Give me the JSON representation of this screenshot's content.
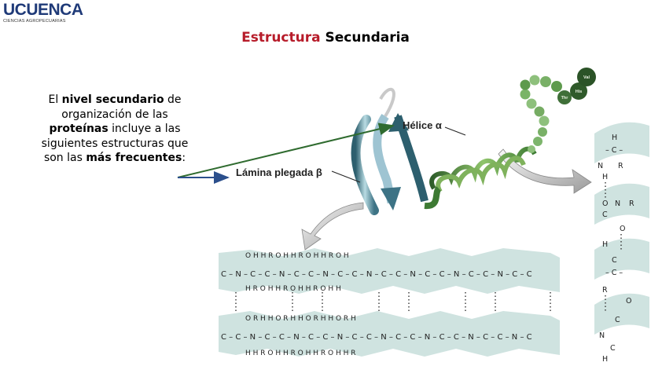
{
  "logo": {
    "brand": "UCUENCA",
    "subtitle": "CIENCIAS AGROPECUARIAS"
  },
  "title": {
    "part1": "Estructura",
    "part2": "Secundaria"
  },
  "paragraph": {
    "t1": "El ",
    "b1": "nivel secundario",
    "t2": " de organización de las ",
    "b2": "proteínas",
    "t3": " incluye a las siguientes estructuras que son las ",
    "b3": "más frecuentes",
    "t4": ":"
  },
  "labels": {
    "helix": "Hélice α",
    "sheet": "Lámina plegada β",
    "residues": [
      "Val",
      "His",
      "Thr"
    ]
  },
  "colors": {
    "title_red": "#b71c2a",
    "brand_blue": "#1f3a78",
    "arrow_green": "#2f6b2f",
    "arrow_blue": "#2b4f8c",
    "sheet_band": "#cfe3e0"
  }
}
